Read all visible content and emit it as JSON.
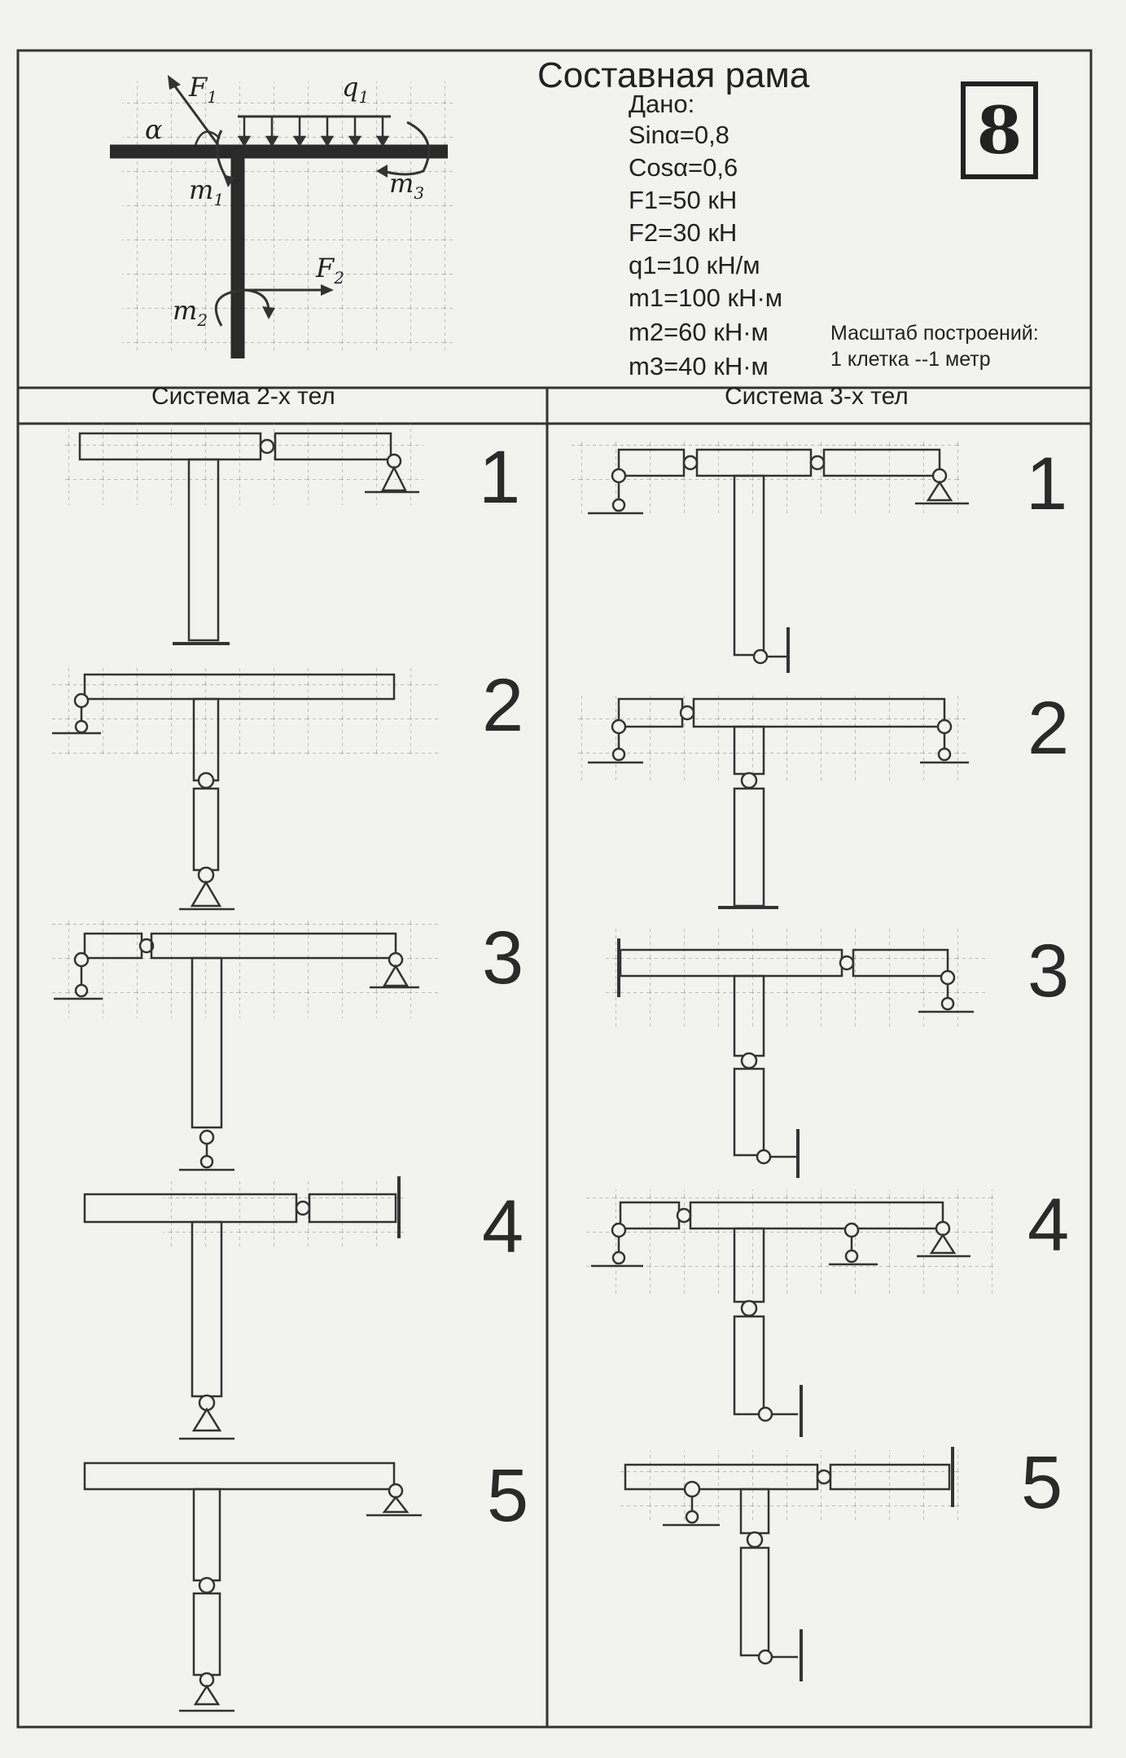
{
  "title": "Составная рама",
  "variant_number": "8",
  "given": {
    "heading": "Дано:",
    "items": [
      "Sinα=0,8",
      "Cosα=0,6",
      "F1=50 кН",
      "F2=30 кН",
      "q1=10 кН/м",
      "m1=100 кН·м",
      "m2=60 кН·м",
      "m3=40 кН·м"
    ]
  },
  "scale_note": {
    "line1": "Масштаб построений:",
    "line2": "1 клетка --1 метр"
  },
  "load_labels": {
    "f1": "F",
    "f1_sub": "1",
    "f2": "F",
    "f2_sub": "2",
    "q1": "q",
    "q1_sub": "1",
    "alpha": "α",
    "m1": "m",
    "m1_sub": "1",
    "m2": "m",
    "m2_sub": "2",
    "m3": "m",
    "m3_sub": "3"
  },
  "columns": [
    {
      "header": "Система 2-х тел",
      "variants": [
        "1",
        "2",
        "3",
        "4",
        "5"
      ]
    },
    {
      "header": "Система 3-х тел",
      "variants": [
        "1",
        "2",
        "3",
        "4",
        "5"
      ]
    }
  ]
}
